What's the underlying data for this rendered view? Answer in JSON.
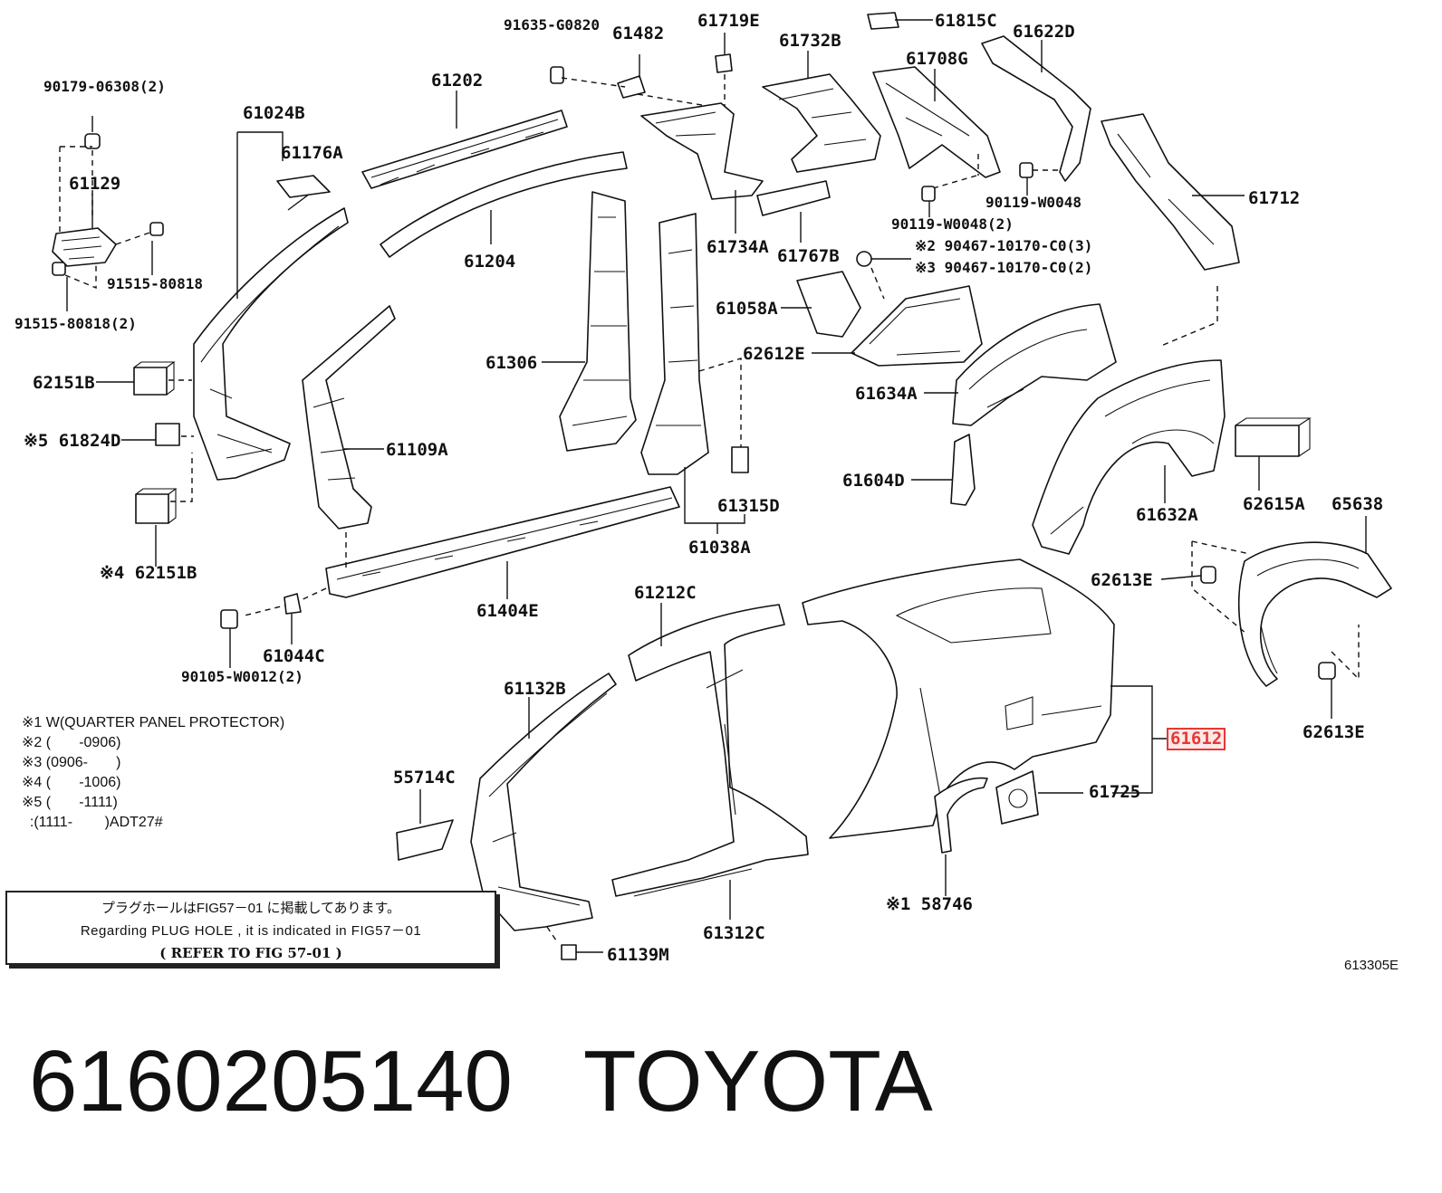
{
  "labels": {
    "p91635": "91635-G0820",
    "p61482": "61482",
    "p61719E": "61719E",
    "p61815C": "61815C",
    "p61622D": "61622D",
    "p61732B": "61732B",
    "p61708G": "61708G",
    "p90179": "90179-06308(2)",
    "p61202": "61202",
    "p61024B": "61024B",
    "p61176A": "61176A",
    "p61129": "61129",
    "p91515a": "91515-80818",
    "p91515b": "91515-80818(2)",
    "p61204": "61204",
    "p61734A": "61734A",
    "p61767B": "61767B",
    "p90119a": "90119-W0048",
    "p90119b": "90119-W0048(2)",
    "p61712": "61712",
    "p90467a": "※2 90467-10170-C0(3)",
    "p90467b": "※3 90467-10170-C0(2)",
    "p61058A": "61058A",
    "p62612E": "62612E",
    "p62151Ba": "62151B",
    "p61306": "61306",
    "p61634A": "61634A",
    "p61824D": "※5 61824D",
    "p61109A": "61109A",
    "p61604D": "61604D",
    "p61315D": "61315D",
    "p62615A": "62615A",
    "p65638": "65638",
    "p61632A": "61632A",
    "p62151Bb": "※4 62151B",
    "p61038A": "61038A",
    "p62613Ea": "62613E",
    "p61404E": "61404E",
    "p61212C": "61212C",
    "p90105": "90105-W0012(2)",
    "p61044C": "61044C",
    "p61132B": "61132B",
    "p61612": "61612",
    "p62613Eb": "62613E",
    "p55714C": "55714C",
    "p61725": "61725",
    "p58746": "※1 58746",
    "p61312C": "61312C",
    "p61139M": "61139M"
  },
  "highlight_color": "#e53935",
  "notes": [
    "※1 W(QUARTER PANEL PROTECTOR)",
    "※2 (       -0906)",
    "※3 (0906-       )",
    "※4 (       -1006)",
    "※5 (       -1111)",
    "  :(1111-        )ADT27#"
  ],
  "refbox": {
    "line1": "プラグホールはFIG57－01 に掲載してあります。",
    "line2": "Regarding PLUG HOLE , it is indicated in FIG57－01",
    "line3": "(    REFER TO FIG 57-01   )"
  },
  "figure_id": "613305E",
  "part_number": "6160205140",
  "brand": "TOYOTA"
}
